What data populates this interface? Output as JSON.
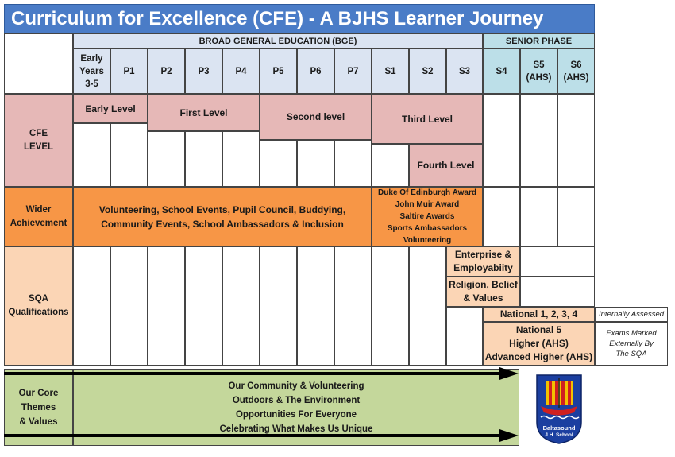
{
  "title": "Curriculum for Excellence (CFE) - A BJHS Learner Journey",
  "phases": {
    "bge": "BROAD GENERAL EDUCATION (BGE)",
    "senior": "SENIOR PHASE"
  },
  "years": {
    "early": [
      "Early",
      "Years",
      "3-5"
    ],
    "p1": "P1",
    "p2": "P2",
    "p3": "P3",
    "p4": "P4",
    "p5": "P5",
    "p6": "P6",
    "p7": "P7",
    "s1": "S1",
    "s2": "S2",
    "s3": "S3",
    "s4": "S4",
    "s5": [
      "S5",
      "(AHS)"
    ],
    "s6": [
      "S6",
      "(AHS)"
    ]
  },
  "rows": {
    "cfe_level": [
      "CFE",
      "LEVEL"
    ],
    "wider": [
      "Wider",
      "Achievement"
    ],
    "sqa": [
      "SQA",
      "Qualifications"
    ],
    "core": [
      "Our Core",
      "Themes",
      "& Values"
    ]
  },
  "levels": {
    "early": "Early Level",
    "first": "First Level",
    "second": "Second level",
    "third": "Third Level",
    "fourth": "Fourth Level"
  },
  "wider_achievement": {
    "main": [
      "Volunteering, School Events, Pupil Council, Buddying,",
      "Community Events, School Ambassadors & Inclusion"
    ],
    "awards": [
      "Duke Of Edinburgh Award",
      "John Muir Award",
      "Saltire Awards",
      "Sports Ambassadors",
      "Volunteering"
    ]
  },
  "qualifications": {
    "enterprise": [
      "Enterprise &",
      "Employabiity"
    ],
    "religion": [
      "Religion, Belief",
      "& Values"
    ],
    "national": "National 1, 2, 3, 4",
    "higher": [
      "National 5",
      "Higher (AHS)",
      "Advanced Higher (AHS)"
    ],
    "internal_note": "Internally Assessed",
    "external_note": [
      "Exams Marked",
      "Externally By",
      "The SQA"
    ]
  },
  "core_values": [
    "Our Community & Volunteering",
    "Outdoors & The Environment",
    "Opportunities For Everyone",
    "Celebrating What Makes Us Unique"
  ],
  "logo": {
    "text_1": "Baltasound",
    "text_2": "J.H. School"
  },
  "colors": {
    "title_bg": "#4a7cc7",
    "bge_header": "#dbe4f2",
    "senior_header": "#bcdfe8",
    "cfe_pink": "#e6b8b7",
    "wider_orange": "#f79646",
    "sqa_peach": "#fbd5b5",
    "core_green": "#c4d79b"
  }
}
